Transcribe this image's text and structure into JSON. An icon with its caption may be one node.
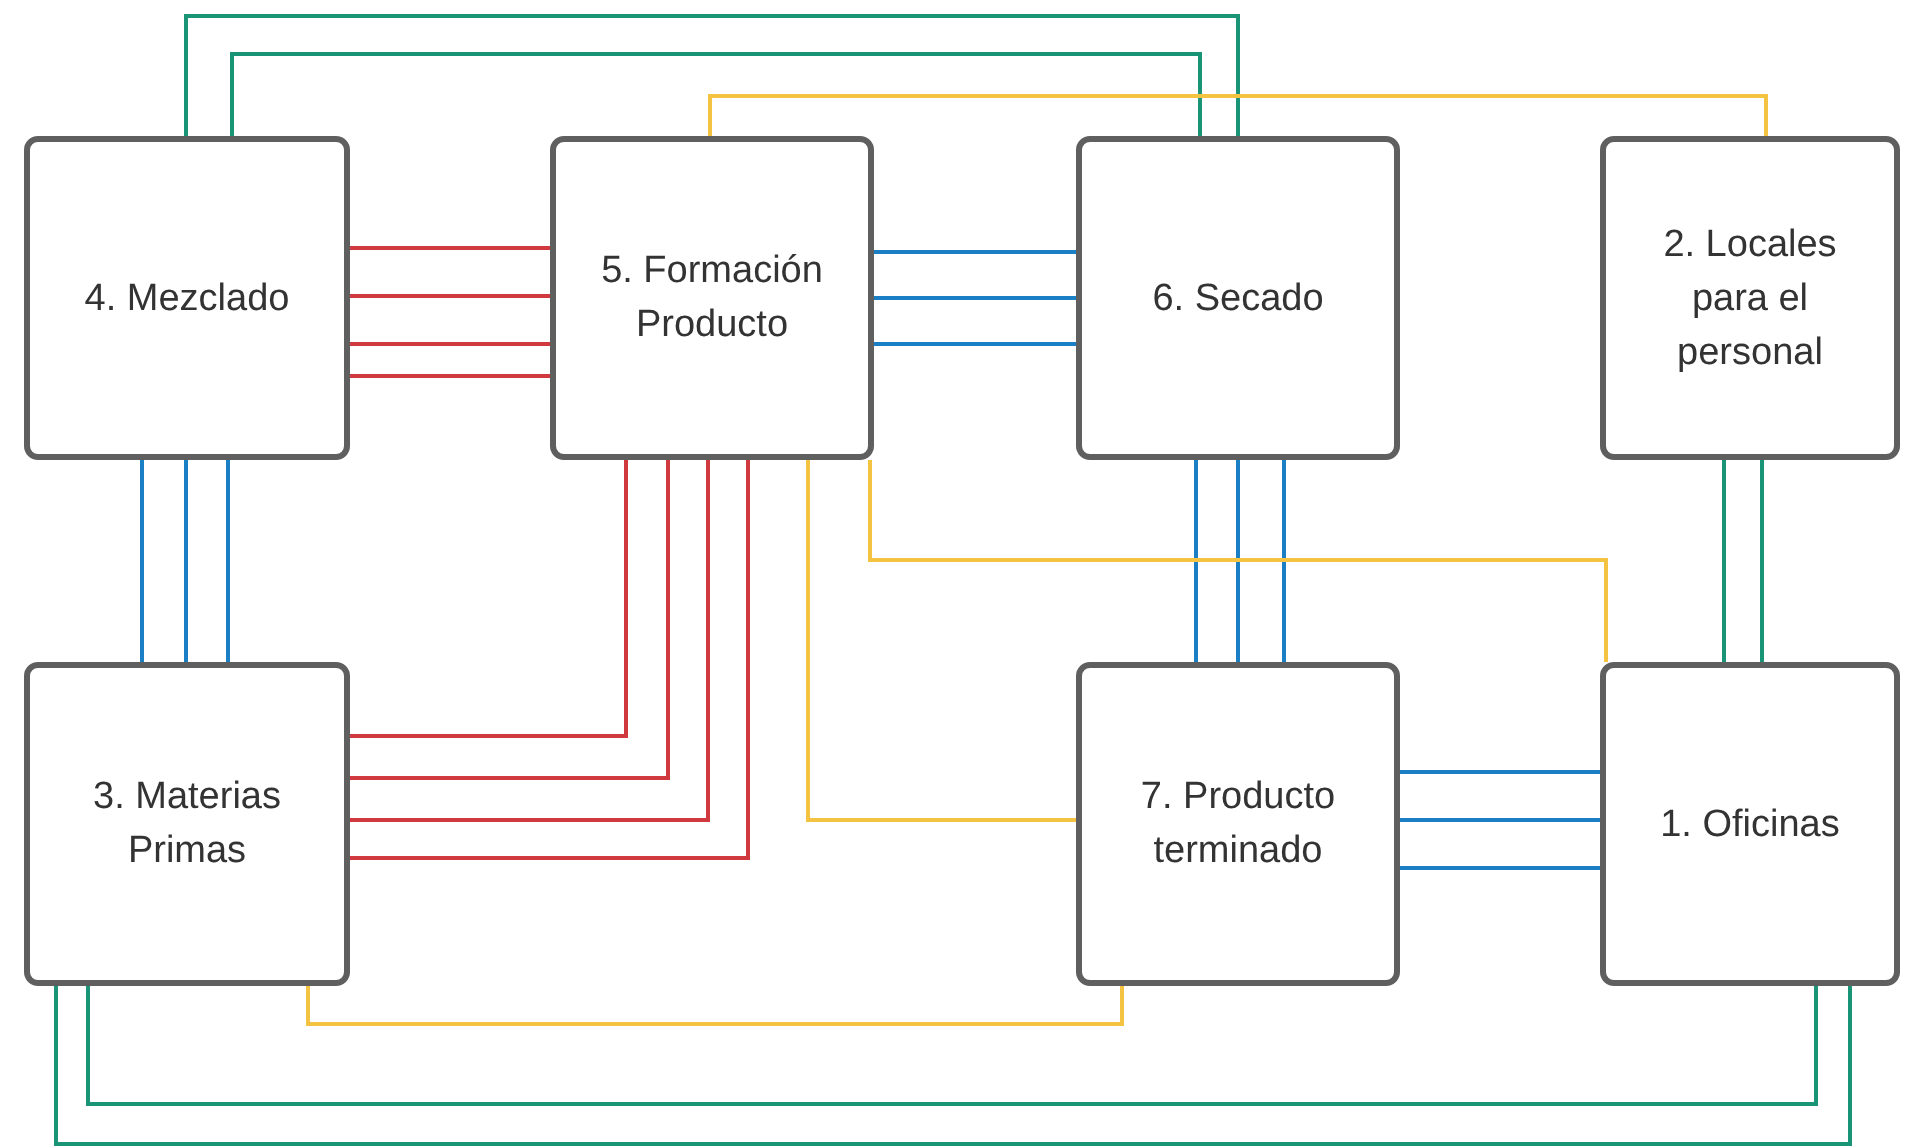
{
  "diagram": {
    "nodes": [
      {
        "text": [
          "4. Mezclado"
        ]
      },
      {
        "text": [
          "5. Formación Producto"
        ]
      },
      {
        "text": [
          "6. Secado"
        ]
      },
      {
        "text": [
          "2. Locales para el personal"
        ]
      },
      {
        "text": [
          "3. Materias Primas"
        ]
      },
      {
        "text": [
          "7. Producto terminado"
        ]
      },
      {
        "text": [
          "1. Oficinas"
        ]
      }
    ],
    "edges": [
      {
        "from": 0,
        "to": 1,
        "arrow": "none",
        "color": "#d0393e"
      },
      {
        "from": 0,
        "to": 1,
        "arrow": "none",
        "color": "#d0393e"
      },
      {
        "from": 0,
        "to": 1,
        "arrow": "none",
        "color": "#d0393e"
      },
      {
        "from": 0,
        "to": 1,
        "arrow": "none",
        "color": "#d0393e"
      },
      {
        "from": 1,
        "to": 2,
        "arrow": "none"
      },
      {
        "from": 1,
        "to": 2,
        "arrow": "none"
      },
      {
        "from": 1,
        "to": 2,
        "arrow": "none"
      },
      {
        "from": 0,
        "to": 4,
        "arrow": "none"
      },
      {
        "from": 0,
        "to": 4,
        "arrow": "none"
      },
      {
        "from": 0,
        "to": 4,
        "arrow": "none"
      },
      {
        "from": 4,
        "to": 1,
        "arrow": "none",
        "color": "#d0393e"
      },
      {
        "from": 4,
        "to": 1,
        "arrow": "none",
        "color": "#d0393e"
      },
      {
        "from": 4,
        "to": 1,
        "arrow": "none",
        "color": "#d0393e"
      },
      {
        "from": 4,
        "to": 1,
        "arrow": "none",
        "color": "#d0393e"
      },
      {
        "from": 2,
        "to": 5,
        "arrow": "none"
      },
      {
        "from": 2,
        "to": 5,
        "arrow": "none"
      },
      {
        "from": 2,
        "to": 5,
        "arrow": "none"
      },
      {
        "from": 5,
        "to": 6,
        "arrow": "none"
      },
      {
        "from": 5,
        "to": 6,
        "arrow": "none"
      },
      {
        "from": 5,
        "to": 6,
        "arrow": "none"
      },
      {
        "from": 3,
        "to": 6,
        "arrow": "none",
        "color": "#1a9477"
      },
      {
        "from": 3,
        "to": 6,
        "arrow": "none",
        "color": "#1a9477"
      },
      {
        "from": 0,
        "to": 2,
        "arrow": "none",
        "color": "#1a9477"
      },
      {
        "from": 0,
        "to": 2,
        "arrow": "none",
        "color": "#1a9477"
      },
      {
        "from": 1,
        "to": 3,
        "arrow": "none",
        "color": "#f5c342"
      },
      {
        "from": 1,
        "to": 6,
        "arrow": "none",
        "color": "#f5c342"
      },
      {
        "from": 1,
        "to": 5,
        "arrow": "none",
        "color": "#f5c342"
      },
      {
        "from": 4,
        "to": 5,
        "arrow": "none",
        "color": "#f5c342"
      },
      {
        "from": 4,
        "to": 6,
        "arrow": "none",
        "color": "#1a9477"
      },
      {
        "from": 4,
        "to": 6,
        "arrow": "none",
        "color": "#1a9477"
      }
    ]
  }
}
